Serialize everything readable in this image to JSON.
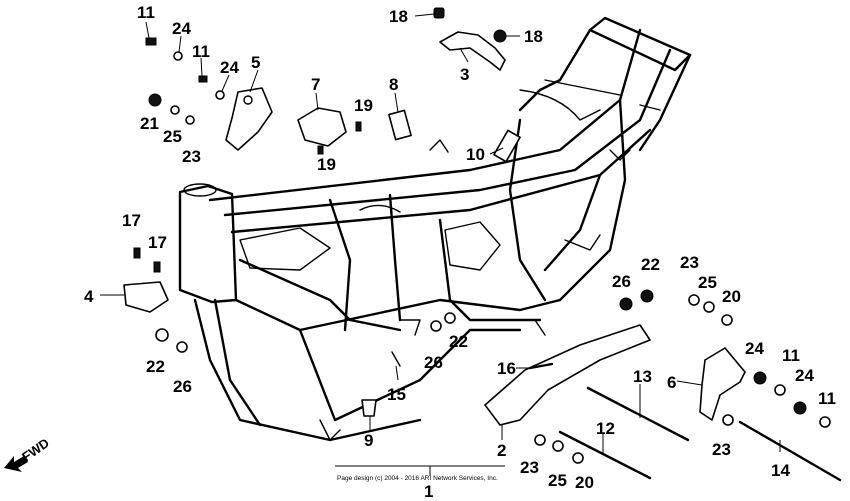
{
  "diagram": {
    "copyright": "Page design (c) 2004 - 2016 ARI Network Services, Inc.",
    "direction_label": "FWD",
    "callouts": [
      "1",
      "2",
      "3",
      "4",
      "5",
      "6",
      "7",
      "8",
      "9",
      "10",
      "11",
      "12",
      "13",
      "14",
      "15",
      "16",
      "17",
      "18",
      "19",
      "20",
      "21",
      "22",
      "23",
      "24",
      "25",
      "26"
    ]
  }
}
